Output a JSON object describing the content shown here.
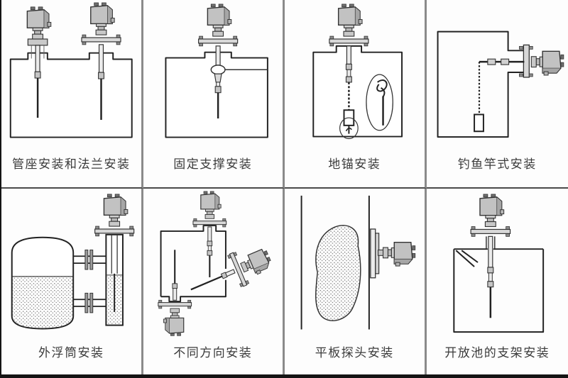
{
  "cells": [
    {
      "id": "pipe-seat-and-flange-installation",
      "caption": "管座安装和法兰安装"
    },
    {
      "id": "fixed-support-installation",
      "caption": "固定支撑安装"
    },
    {
      "id": "ground-anchor-installation",
      "caption": "地锚安装"
    },
    {
      "id": "fishing-rod-installation",
      "caption": "钓鱼竿式安装"
    },
    {
      "id": "external-cage-installation",
      "caption": "外浮筒安装"
    },
    {
      "id": "different-direction-installation",
      "caption": "不同方向安装"
    },
    {
      "id": "flat-probe-installation",
      "caption": "平板探头安装"
    },
    {
      "id": "open-pool-bracket-installation",
      "caption": "开放池的支架安装"
    }
  ],
  "icons": {
    "transmitter_head": "transmitter-head-icon",
    "flange": "flange-icon"
  },
  "colors": {
    "line": "#222222",
    "housing": "#c2c2c2",
    "housing_shade": "#a6a6a6",
    "divider_vertical": "#8a8a8a",
    "divider_horizontal": "#4a4a4a",
    "frame": "#141414",
    "background": "#fdfdfd",
    "caption_text": "#3b3b3b"
  }
}
